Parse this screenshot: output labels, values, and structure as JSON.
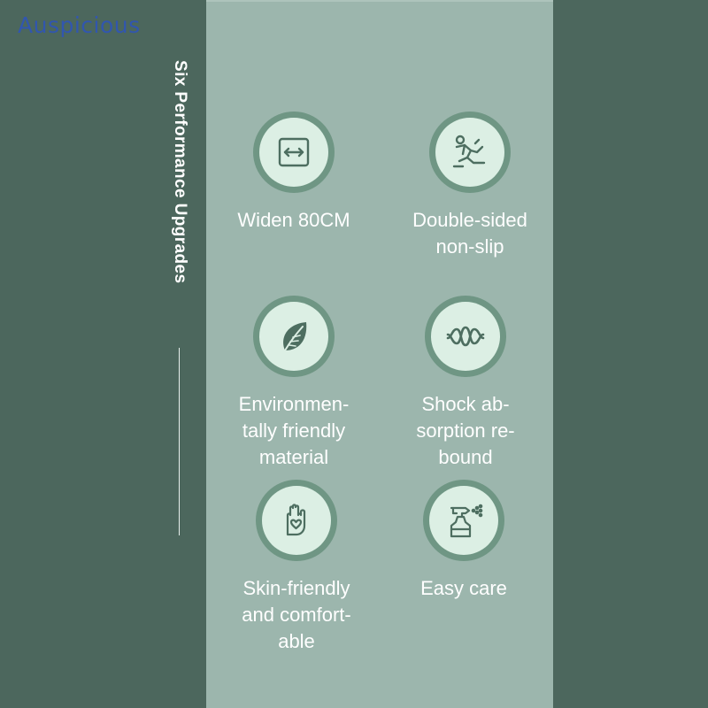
{
  "watermark": "Auspicious",
  "heading": "Six Performance Upgrades",
  "features": [
    {
      "icon": "arrows-width-icon",
      "lines": [
        "Widen 80CM"
      ]
    },
    {
      "icon": "person-slip-icon",
      "lines": [
        "Double-sided",
        "non-slip"
      ]
    },
    {
      "icon": "leaf-icon",
      "lines": [
        "Environmen-",
        "tally friendly",
        "material"
      ]
    },
    {
      "icon": "wave-spring-icon",
      "lines": [
        "Shock ab-",
        "sorption re-",
        "bound"
      ]
    },
    {
      "icon": "hand-heart-icon",
      "lines": [
        "Skin-friendly",
        "and comfort-",
        "able"
      ]
    },
    {
      "icon": "spray-bottle-icon",
      "lines": [
        "Easy care"
      ]
    }
  ],
  "colors": {
    "background": "#4c675d",
    "panel": "#9cb6ad",
    "badge_ring": "#6f9684",
    "badge_fill": "#dcefe4",
    "icon_stroke": "#4d6e60",
    "watermark": "#2f55b8"
  }
}
